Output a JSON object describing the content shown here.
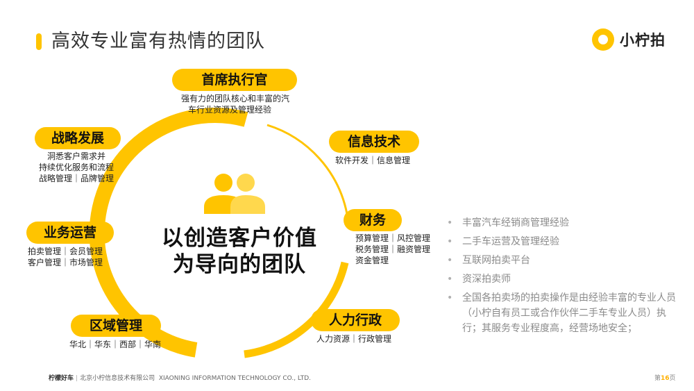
{
  "title": "高效专业富有热情的团队",
  "logo": {
    "text": "小柠拍",
    "accent": "#FFC400"
  },
  "center": {
    "line1": "以创造客户价值",
    "line2": "为导向的团队"
  },
  "roles": [
    {
      "key": "ceo",
      "label": "首席执行官",
      "desc": [
        "强有力的团队核心和丰富的汽",
        "车行业资源及管理经验"
      ]
    },
    {
      "key": "it",
      "label": "信息技术",
      "desc": [
        "软件开发｜信息管理"
      ]
    },
    {
      "key": "finance",
      "label": "财务",
      "desc": [
        "预算管理｜风控管理",
        "税务管理｜融资管理",
        "资金管理"
      ]
    },
    {
      "key": "hr",
      "label": "人力行政",
      "desc": [
        "人力资源｜行政管理"
      ]
    },
    {
      "key": "region",
      "label": "区域管理",
      "desc": [
        "华北｜华东｜西部｜华南"
      ]
    },
    {
      "key": "ops",
      "label": "业务运营",
      "desc": [
        "拍卖管理｜会员管理",
        "客户管理｜市场管理"
      ]
    },
    {
      "key": "strategy",
      "label": "战略发展",
      "desc": [
        "洞悉客户需求并",
        "持续优化服务和流程",
        "战略管理｜品牌管理"
      ]
    }
  ],
  "bullets": [
    "丰富汽车经销商管理经验",
    "二手车运营及管理经验",
    "互联网拍卖平台",
    "资深拍卖师",
    "全国各拍卖场的拍卖操作是由经验丰富的专业人员（小柠自有员工或合作伙伴二手车专业人员）执行；其服务专业程度高，经营场地安全；"
  ],
  "footer": {
    "brand": "柠檬好车",
    "company": "北京小柠信息技术有限公司",
    "company_en": "XIAONING INFORMATION TECHNOLOGY CO., LTD.",
    "page_prefix": "第",
    "page": "16",
    "page_suffix": "页"
  },
  "colors": {
    "accent": "#FFC400",
    "ring_light": "#FFD84D",
    "bullet_text": "#8a8a8a"
  }
}
